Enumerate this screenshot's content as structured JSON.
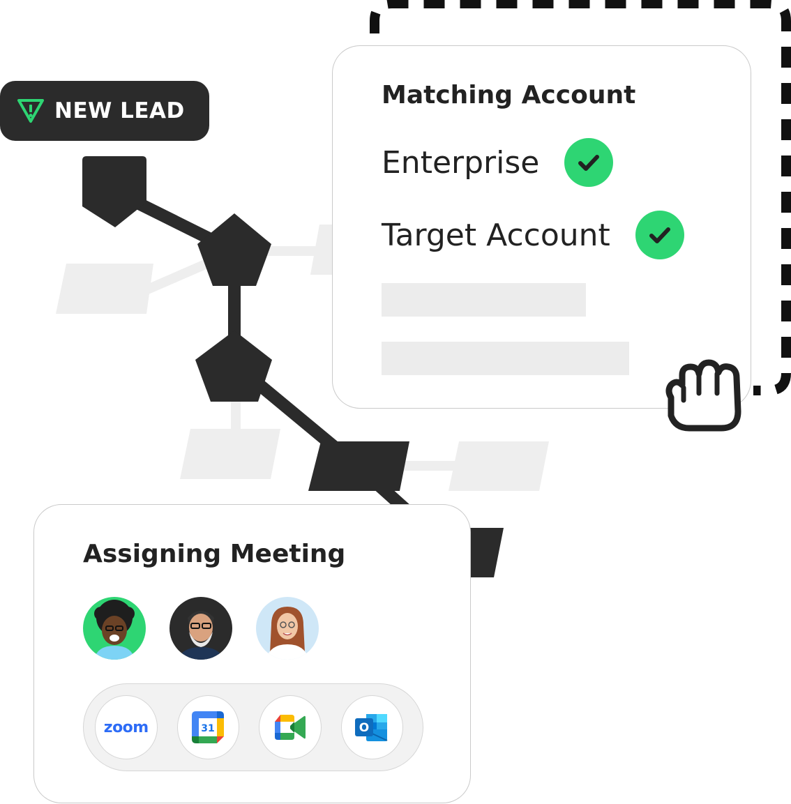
{
  "badge": {
    "label": "NEW LEAD",
    "icon": "alert-funnel-icon",
    "background": "#2b2b2b",
    "accent": "#2ed573"
  },
  "matching_card": {
    "title": "Matching Account",
    "criteria": [
      {
        "label": "Enterprise",
        "status_icon": "check-icon"
      },
      {
        "label": "Target Account",
        "status_icon": "check-icon"
      }
    ],
    "check_color": "#2ed573"
  },
  "meeting_card": {
    "title": "Assigning Meeting",
    "avatars": [
      "avatar-person-1",
      "avatar-person-2",
      "avatar-person-3"
    ],
    "apps": [
      {
        "name": "zoom-icon",
        "label": "zoom"
      },
      {
        "name": "google-calendar-icon",
        "label": "31"
      },
      {
        "name": "google-meet-icon"
      },
      {
        "name": "outlook-icon",
        "label": "O"
      }
    ]
  },
  "cursor": "grab-hand-icon",
  "colors": {
    "node": "#2b2b2b",
    "ghost": "#eeeeee",
    "dashed_frame": "#111111"
  }
}
